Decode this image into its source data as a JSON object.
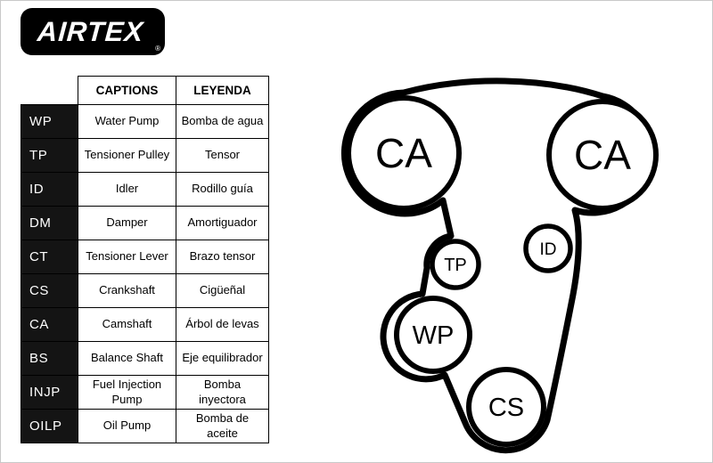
{
  "logo": {
    "brand": "AIRTEX",
    "registered": "®"
  },
  "legend_table": {
    "header": {
      "captions": "CAPTIONS",
      "leyenda": "LEYENDA"
    },
    "rows": [
      {
        "code": "WP",
        "caption": "Water Pump",
        "leyenda": "Bomba de agua"
      },
      {
        "code": "TP",
        "caption": "Tensioner Pulley",
        "leyenda": "Tensor"
      },
      {
        "code": "ID",
        "caption": "Idler",
        "leyenda": "Rodillo guía"
      },
      {
        "code": "DM",
        "caption": "Damper",
        "leyenda": "Amortiguador"
      },
      {
        "code": "CT",
        "caption": "Tensioner Lever",
        "leyenda": "Brazo tensor"
      },
      {
        "code": "CS",
        "caption": "Crankshaft",
        "leyenda": "Cigüeñal"
      },
      {
        "code": "CA",
        "caption": "Camshaft",
        "leyenda": "Árbol de levas"
      },
      {
        "code": "BS",
        "caption": "Balance Shaft",
        "leyenda": "Eje equilibrador"
      },
      {
        "code": "INJP",
        "caption": "Fuel Injection Pump",
        "leyenda": "Bomba inyectora"
      },
      {
        "code": "OILP",
        "caption": "Oil Pump",
        "leyenda": "Bomba de aceite"
      }
    ]
  },
  "diagram": {
    "pulleys": {
      "camshaft_left": "CA",
      "camshaft_right": "CA",
      "tensioner_pulley": "TP",
      "idler": "ID",
      "water_pump": "WP",
      "crankshaft": "CS"
    },
    "belt_color": "#000000"
  },
  "colors": {
    "background": "#ffffff",
    "code_cell_bg": "#141414",
    "border": "#000000"
  }
}
